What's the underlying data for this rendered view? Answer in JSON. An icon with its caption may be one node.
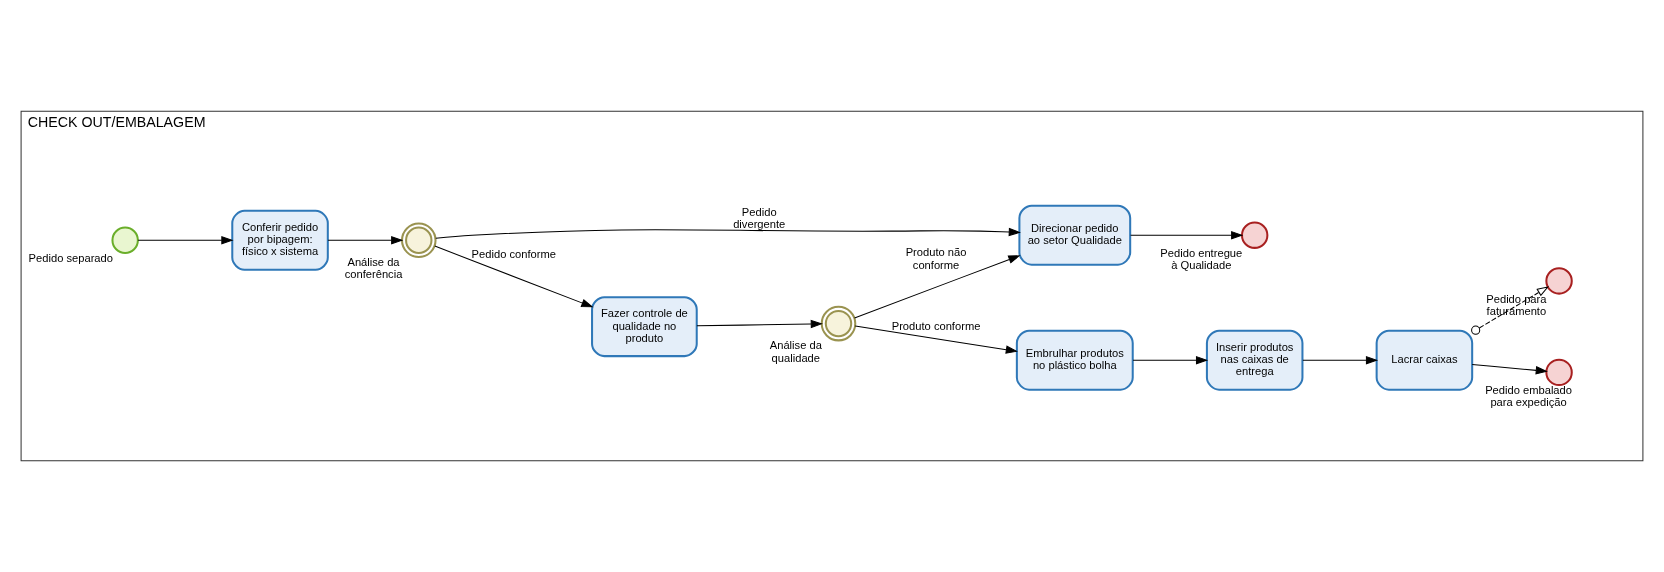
{
  "diagram": {
    "nodes": [
      {
        "text": [
          "CHECK OUT/EMBALAGEM"
        ]
      },
      {
        "text": [],
        "shape": "circle",
        "beside": [
          "Pedido separado"
        ],
        "in": 0
      },
      {
        "text": [
          "Conferir pedido por bipagem: físico x sistema"
        ],
        "in": 0
      },
      {
        "text": [],
        "shape": "circle",
        "beside": [
          "Análise da conferência"
        ],
        "in": 0
      },
      {
        "text": [
          "Fazer controle de qualidade no produto"
        ],
        "in": 0
      },
      {
        "text": [],
        "shape": "circle",
        "beside": [
          "Análise da qualidade"
        ],
        "in": 0
      },
      {
        "text": [
          "Embrulhar produtos no plástico bolha"
        ],
        "in": 0
      },
      {
        "text": [
          "Inserir produtos nas caixas de entrega"
        ],
        "in": 0
      },
      {
        "text": [
          "Lacrar caixas"
        ],
        "in": 0
      },
      {
        "text": [],
        "shape": "circle",
        "beside": [
          "Pedido embalado para expedição"
        ],
        "in": 0
      },
      {
        "text": [],
        "shape": "circle",
        "beside": [
          "Pedido para faturamento"
        ],
        "in": 0
      },
      {
        "text": [
          "Direcionar pedido ao setor Qualidade"
        ],
        "in": 0
      },
      {
        "text": [],
        "shape": "circle",
        "beside": [
          "Pedido entregue à Qualidade"
        ],
        "in": 0
      }
    ],
    "edges": [
      {
        "from": 1,
        "to": 2,
        "arrow": "to"
      },
      {
        "from": 2,
        "to": 3,
        "arrow": "to"
      },
      {
        "from": 3,
        "to": 4,
        "arrow": "to",
        "label": "Pedido conforme"
      },
      {
        "from": 3,
        "to": 11,
        "arrow": "to",
        "label": "Pedido divergente"
      },
      {
        "from": 4,
        "to": 5,
        "arrow": "to"
      },
      {
        "from": 5,
        "to": 6,
        "arrow": "to",
        "label": "Produto conforme"
      },
      {
        "from": 5,
        "to": 11,
        "arrow": "to",
        "label": "Produto não conforme"
      },
      {
        "from": 6,
        "to": 7,
        "arrow": "to"
      },
      {
        "from": 7,
        "to": 8,
        "arrow": "to"
      },
      {
        "from": 8,
        "to": 9,
        "arrow": "to"
      },
      {
        "from": 8,
        "to": 10,
        "arrow": "to",
        "style": "dashed"
      },
      {
        "from": 11,
        "to": 12,
        "arrow": "to"
      }
    ]
  }
}
